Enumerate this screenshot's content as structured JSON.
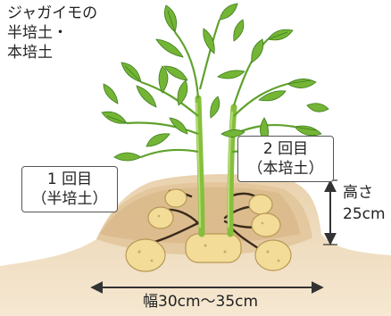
{
  "title": {
    "line1": "ジャガイモの",
    "line2": "半培土・",
    "line3": "本培土"
  },
  "first_hilling": {
    "line1": "1 回目",
    "line2": "（半培土）"
  },
  "second_hilling": {
    "line1": "2 回目",
    "line2": "（本培土）"
  },
  "height": {
    "line1": "高さ",
    "line2": "25cm"
  },
  "width_text": "幅30cm～35cm",
  "colors": {
    "soil_outer": "#f3e2c8",
    "soil_inner": "#e3c79e",
    "stem": "#86bf3c",
    "leaf": "#78b83a",
    "leaf_dark": "#4d8f24",
    "tuber": "#f1dc9a",
    "root": "#3a2a1c",
    "arrow": "#333333"
  },
  "icons": [
    "potato-plant-illustration",
    "tuber-icon",
    "dimension-arrow"
  ]
}
